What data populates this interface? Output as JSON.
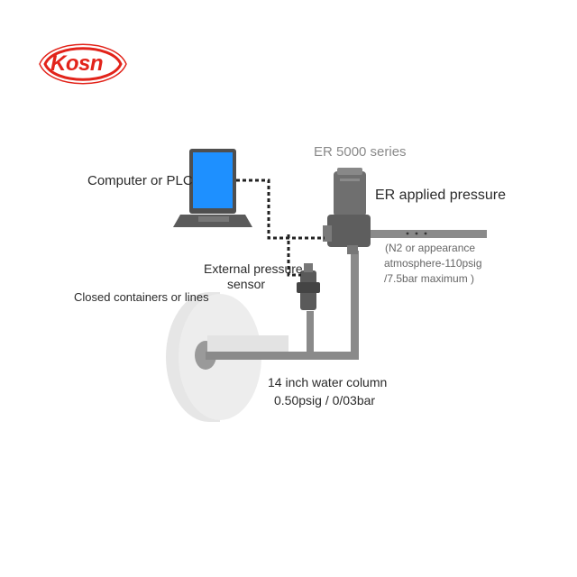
{
  "logo": {
    "text": "Kosn",
    "color": "#e2231a"
  },
  "labels": {
    "product_series": "ER 5000 series",
    "computer": "Computer or PLC",
    "applied_pressure": "ER applied pressure",
    "pressure_note_1": "(N2 or appearance",
    "pressure_note_2": "atmosphere-110psig",
    "pressure_note_3": "/7.5bar maximum )",
    "external_sensor_1": "External pressure",
    "external_sensor_2": "sensor",
    "containers": "Closed containers or lines",
    "water_column_1": "14 inch water column",
    "water_column_2": "0.50psig / 0/03bar"
  },
  "colors": {
    "pipe": "#8a8a8a",
    "regulator": "#6f6f6f",
    "laptop_screen": "#1e90ff",
    "laptop_body": "#5b5b5b",
    "container": "#e9e9e9",
    "container_core": "#9a9a9a"
  }
}
